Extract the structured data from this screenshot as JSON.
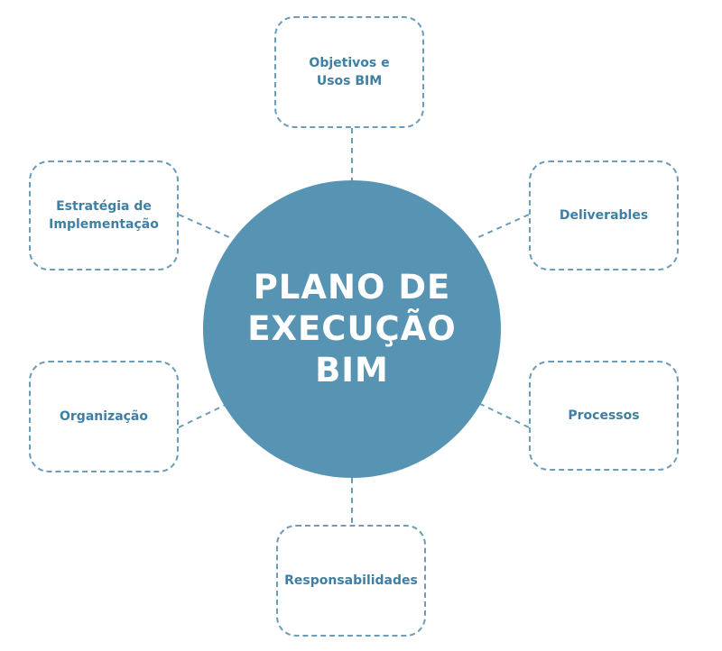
{
  "center": {
    "line1": "PLANO DE",
    "line2": "EXECUÇÃO",
    "line3": "BIM"
  },
  "nodes": {
    "top": {
      "line1": "Objetivos e",
      "line2": "Usos BIM"
    },
    "upper_left": {
      "line1": "Estratégia de",
      "line2": "Implementação"
    },
    "upper_right": {
      "line1": "Deliverables"
    },
    "lower_left": {
      "line1": "Organização"
    },
    "lower_right": {
      "line1": "Processos"
    },
    "bottom": {
      "line1": "Responsabilidades"
    }
  },
  "colors": {
    "circle_fill": "#5793b2",
    "node_text": "#3f7fa3",
    "dashed_border": "#6b9db8",
    "center_text": "#ffffff"
  }
}
